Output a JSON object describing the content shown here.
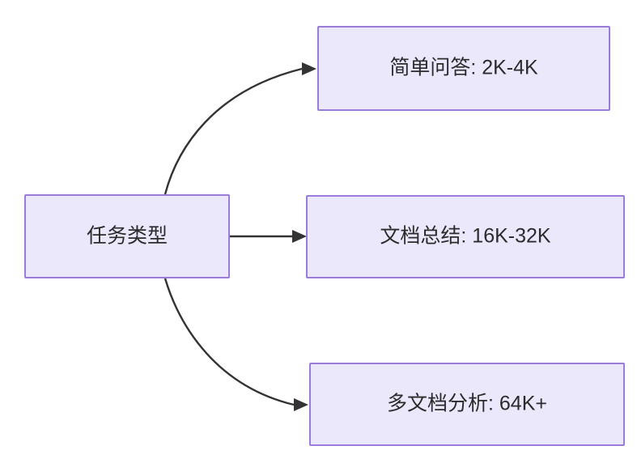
{
  "diagram": {
    "type": "flowchart",
    "direction": "left-to-right",
    "colors": {
      "node_fill": "#ebe8fc",
      "node_border": "#9a7ddb",
      "edge": "#333333",
      "text": "#2b2b2b",
      "background": "#ffffff"
    },
    "source_node": {
      "id": "task-type",
      "label": "任务类型"
    },
    "target_nodes": [
      {
        "id": "simple-qa",
        "label": "简单问答: 2K-4K"
      },
      {
        "id": "doc-summary",
        "label": "文档总结: 16K-32K"
      },
      {
        "id": "multi-doc-analysis",
        "label": "多文档分析: 64K+"
      }
    ],
    "edges": [
      {
        "from": "task-type",
        "to": "simple-qa",
        "style": "curved",
        "label": ""
      },
      {
        "from": "task-type",
        "to": "doc-summary",
        "style": "straight",
        "label": ""
      },
      {
        "from": "task-type",
        "to": "multi-doc-analysis",
        "style": "curved",
        "label": ""
      }
    ]
  }
}
